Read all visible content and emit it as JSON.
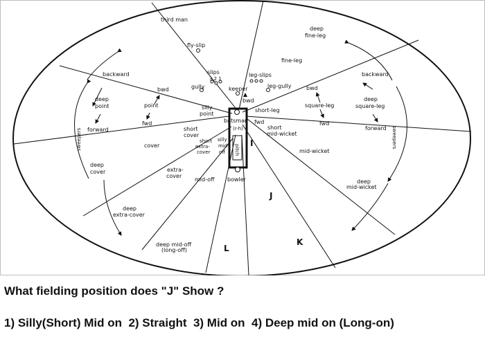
{
  "diagram": {
    "labels": {
      "third_man": "third man",
      "deep_fine_leg_1": "deep",
      "deep_fine_leg_2": "fine-leg",
      "fly_slip": "fly-slip",
      "fine_leg": "fine-leg",
      "slips": "slips",
      "slip_numbers": "3 2 1",
      "leg_slips": "leg-slips",
      "gully": "gully",
      "keeper": "keeper",
      "leg_gully": "leg-gully",
      "backward_left": "backward",
      "backward_right": "backward",
      "bwd_left": "bwd",
      "bwd_centre": "bwd",
      "bwd_right": "bwd",
      "deep_point_1": "deep",
      "deep_point_2": "point",
      "point": "point",
      "silly_point_1": "silly",
      "silly_point_2": "point",
      "short_leg": "short-leg",
      "square_leg": "square-leg",
      "deep_square_leg_1": "deep",
      "deep_square_leg_2": "square-leg",
      "fwd_left": "fwd",
      "fwd_centre": "fwd",
      "fwd_right": "fwd",
      "batsman": "batsman",
      "rh": "(r-h)",
      "forward_left": "forward",
      "forward_right": "forward",
      "sweepers_left": "sweepers",
      "sweepers_right": "sweepers",
      "short_cover_1": "short",
      "short_cover_2": "cover",
      "short_extra_cover_1": "short",
      "short_extra_cover_2": "extra-",
      "short_extra_cover_3": "cover",
      "silly_mid_off_1": "silly",
      "silly_mid_off_2": "mid-",
      "silly_mid_off_3": "off",
      "pitch": "pitch",
      "short_mid_wicket_1": "short",
      "short_mid_wicket_2": "mid-wicket",
      "cover": "cover",
      "mid_wicket": "mid-wicket",
      "deep_cover_1": "deep",
      "deep_cover_2": "cover",
      "extra_cover_1": "extra-",
      "extra_cover_2": "cover",
      "mid_off": "mid-off",
      "bowler": "bowler",
      "deep_mid_wicket_1": "deep",
      "deep_mid_wicket_2": "mid-wicket",
      "deep_extra_cover_1": "deep",
      "deep_extra_cover_2": "extra-cover",
      "deep_mid_off_1": "deep mid-off",
      "deep_mid_off_2": "(long-off)",
      "marker_i": "I",
      "marker_j": "J",
      "marker_k": "K",
      "marker_l": "L"
    }
  },
  "question": "What fielding position does \"J\" Show ?",
  "options": [
    "1) Silly(Short) Mid on",
    "2) Straight",
    "3) Mid on",
    "4) Deep mid on (Long-on)"
  ]
}
